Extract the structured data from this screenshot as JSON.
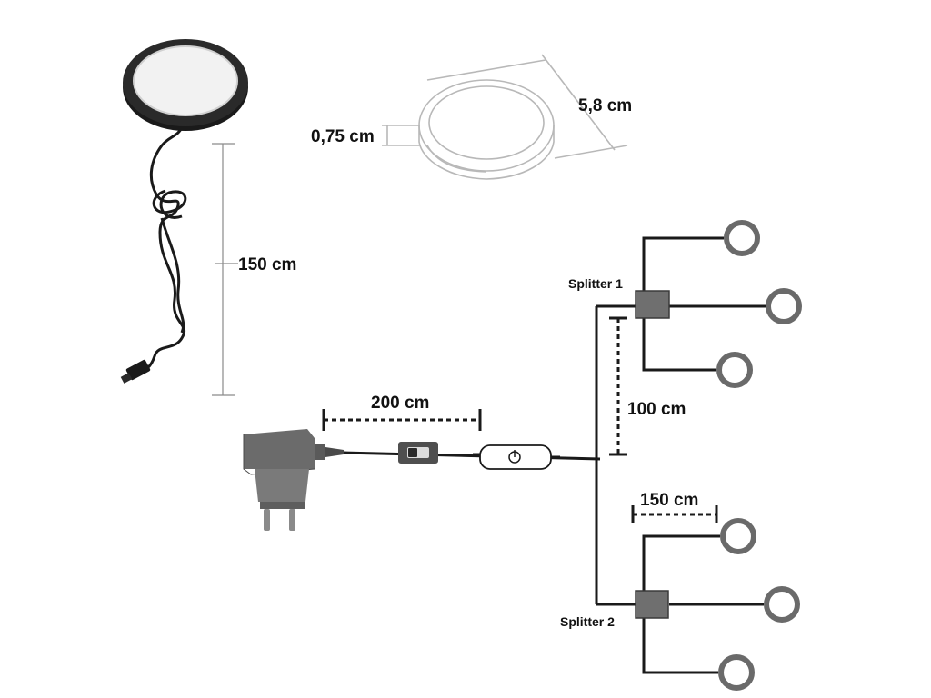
{
  "labels": {
    "cable_length": "150 cm",
    "height": "0,75 cm",
    "diameter": "5,8 cm",
    "main_cable": "200 cm",
    "splitter_spacing": "100 cm",
    "branch_cable": "150 cm",
    "splitter_1": "Splitter 1",
    "splitter_2": "Splitter 2"
  },
  "colors": {
    "wire": "#1a1a1a",
    "splitter_box": "#6f6f6f",
    "light_ring": "#6a6a6a",
    "adapter_body": "#6b6b6b",
    "outline_drawing": "#b8b8b8",
    "lamp_face": "#f2f2f2"
  },
  "icons": {
    "power_adapter": "plug-adapter-icon",
    "inline_switch": "rocker-switch-icon",
    "touch_dimmer": "touch-dimmer-icon"
  }
}
